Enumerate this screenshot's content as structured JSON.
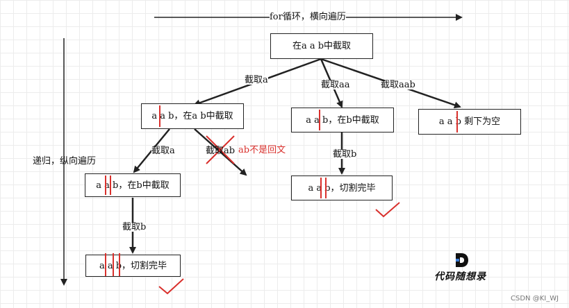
{
  "labels": {
    "top_axis": "for循环，横向遍历",
    "left_axis": "递归，纵向遍历"
  },
  "nodes": {
    "root": "在a a b中截取",
    "n_a": "a a b，在a b中截取",
    "n_aa": "a a b，在b中截取",
    "n_aab": "a a b  剩下为空",
    "n_a_a": "a a b，在b中截取",
    "n_aa_b": "a a b，切割完毕",
    "n_a_a_b": "a a b，切割完毕"
  },
  "edges": {
    "root_a": "截取a",
    "root_aa": "截取aa",
    "root_aab": "截取aab",
    "a_a": "截取a",
    "a_ab": "截取ab",
    "aa_b": "截取b",
    "a_a_b": "截取b"
  },
  "notes": {
    "ab_not_palindrome": "ab不是回文"
  },
  "brand": {
    "name": "代码随想录"
  },
  "watermark": "CSDN @KI_WJ",
  "colors": {
    "line": "#222222",
    "cut_marker": "#d9302c",
    "grid": "#ececec"
  }
}
